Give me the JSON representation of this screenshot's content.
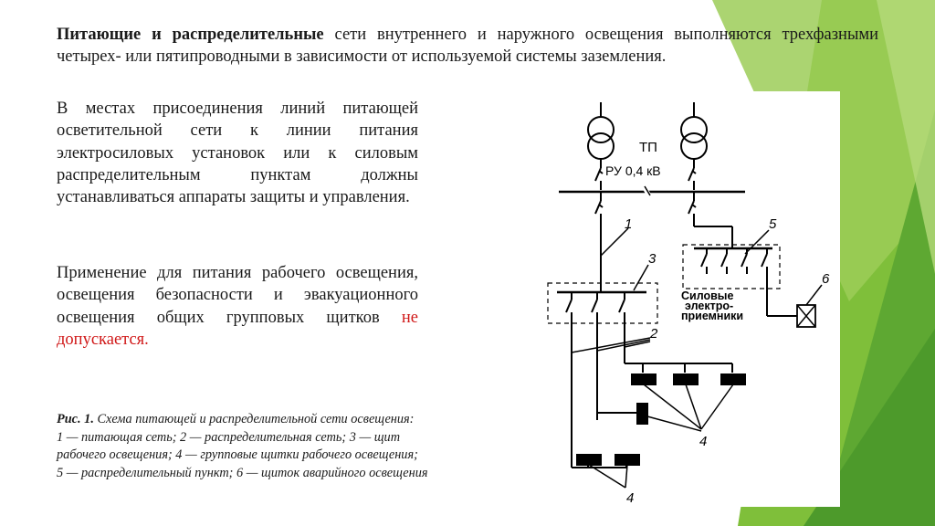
{
  "slide": {
    "heading_bold": "Питающие и распределительные",
    "heading_rest": " сети внутреннего и наружного освещения выполняются трехфазными четырех- или пятипроводными в зависимости от используемой системы заземления.",
    "paragraph1": "В местах присоединения линий питающей осветительной сети к линии питания электросиловых установок или к силовым распределительным пунктам должны устанавливаться аппараты защиты и управления.",
    "paragraph2_main": "Применение для питания рабочего освещения, освещения безопасности и эвакуационного освещения общих групповых щитков ",
    "paragraph2_red": "не допускается.",
    "caption_label": "Рис. 1.",
    "caption_line1": " Схема питающей и распределительной сети освещения:",
    "caption_line2": "1 — питающая сеть; 2 — распределительная сеть; 3 — щит",
    "caption_line3": "рабочего освещения; 4 — групповые щитки рабочего освещения;",
    "caption_line4": "5 — распределительный пункт; 6 — щиток аварийного освещения"
  },
  "diagram": {
    "label_tp": "ТП",
    "label_ru": "РУ 0,4 кВ",
    "label_power_1": "Силовые",
    "label_power_2": "электро-",
    "label_power_3": "приемники",
    "n1": "1",
    "n2": "2",
    "n3": "3",
    "n4a": "4",
    "n4b": "4",
    "n5": "5",
    "n6": "6"
  },
  "colors": {
    "green_light": "#8dc63f",
    "green_mid": "#6cb33f",
    "green_dark": "#4a9a2a",
    "accent_red": "#d01818"
  }
}
